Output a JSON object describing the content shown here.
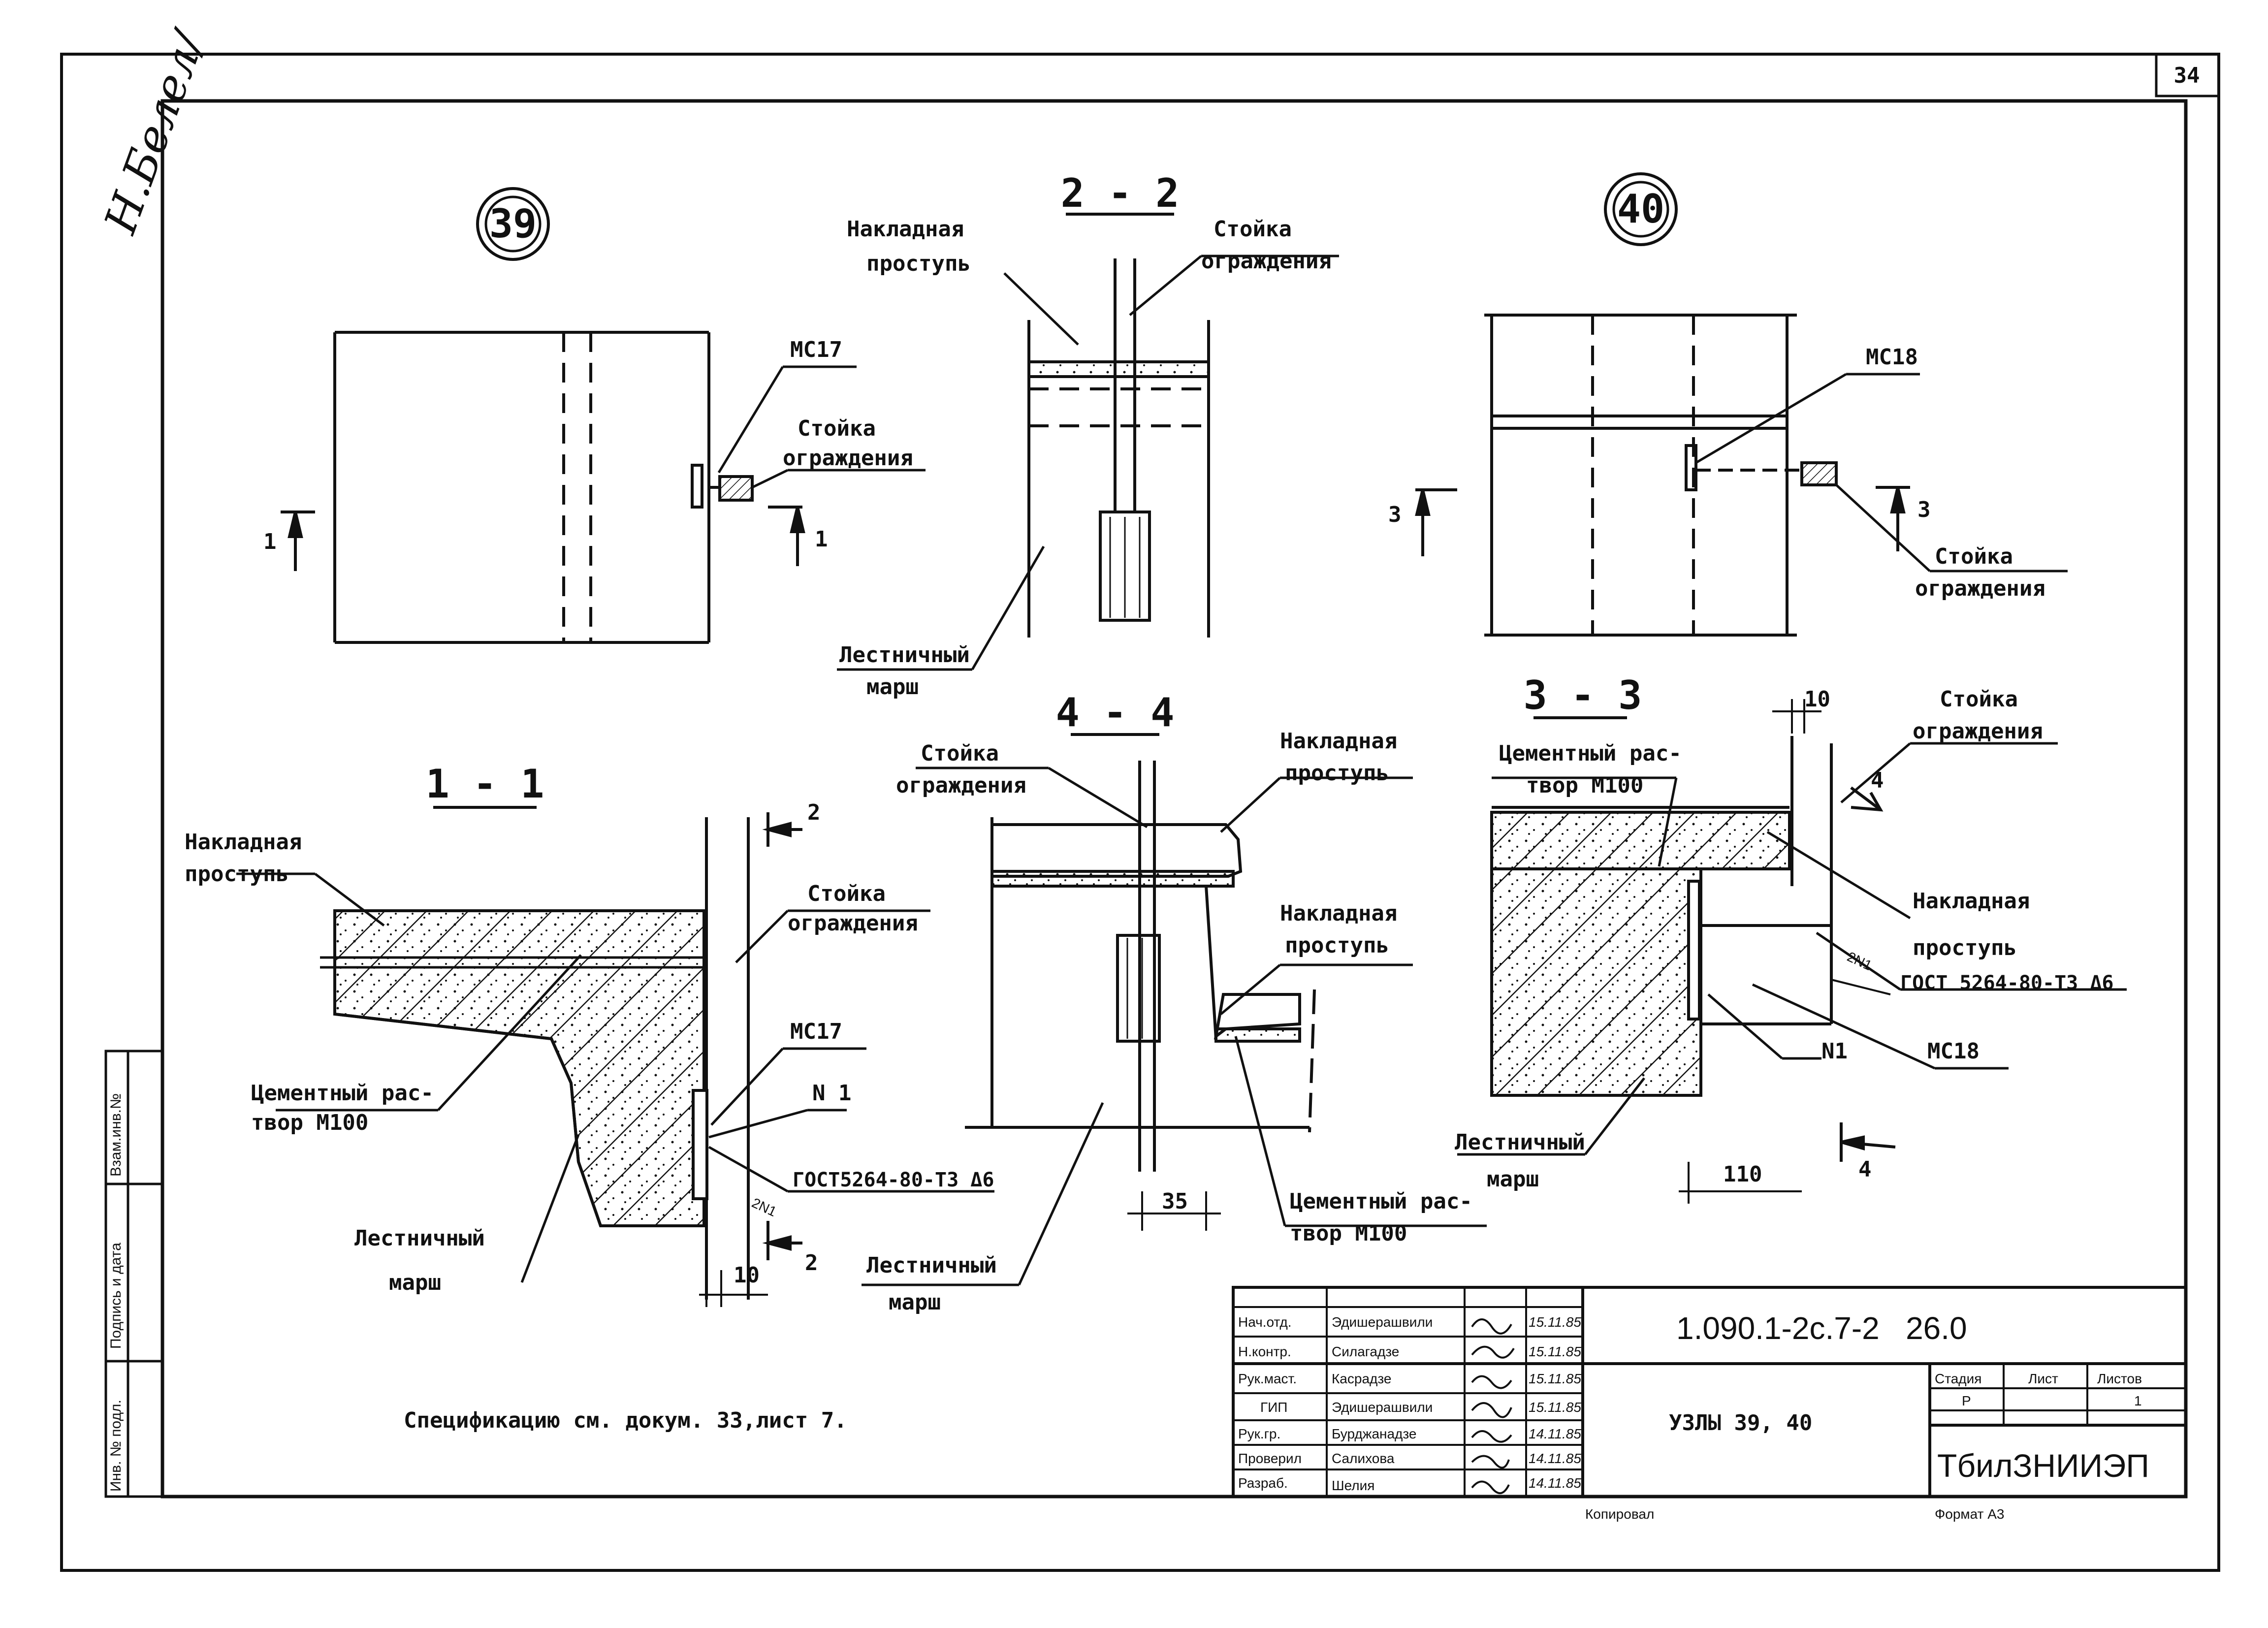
{
  "sheet": {
    "page_number": "34",
    "handwritten_mark": "Н.Белел/"
  },
  "views": {
    "node39": "39",
    "node40": "40",
    "sec11": "1 - 1",
    "sec22": "2 - 2",
    "sec33": "3 - 3",
    "sec44": "4 - 4",
    "cut1": "1",
    "cut2": "2",
    "cut3": "3",
    "cut4": "4"
  },
  "labels": {
    "mc17": "МС17",
    "mc18": "МС18",
    "stoika_1": "Стойка",
    "stoika_2": "ограждения",
    "nakl_1": "Накладная",
    "nakl_2": "проступь",
    "lest_1": "Лестничный",
    "lest_2": "марш",
    "cem_1": "Цементный рас-",
    "cem_2": "твор М100",
    "n1": "N 1",
    "n1b": "N1",
    "gost": "ГОСТ5264-80-Т3 Δ6",
    "gost2": "ГОСТ 5264-80-Т3 Δ6",
    "weld": "2N1"
  },
  "dimensions": {
    "d10a": "10",
    "d10b": "10",
    "d35": "35",
    "d110": "110"
  },
  "note": "Спецификацию см. докум. 33,лист 7.",
  "title_block": {
    "roles": [
      "Нач.отд.",
      "Н.контр.",
      "Рук.маст.",
      "ГИП",
      "Рук.гр.",
      "Проверил",
      "Разраб."
    ],
    "names": [
      "Эдишерашвили",
      "Силагадзе",
      "Касрадзе",
      "Эдишерашвили",
      "Бурджанадзе",
      "Салихова",
      "Шелия"
    ],
    "dates": [
      "15.11.85",
      "15.11.85",
      "15.11.85",
      "15.11.85",
      "14.11.85",
      "14.11.85",
      "14.11.85"
    ],
    "doc_code": "1.090.1-2с.7-2   26.0",
    "title": "УЗЛЫ 39, 40",
    "stage_label": "Стадия",
    "sheet_label": "Лист",
    "sheets_label": "Листов",
    "stage": "Р",
    "sheets": "1",
    "org": "ТбилЗНИИЭП",
    "copied": "Копировал",
    "format": "Формат А3"
  },
  "side_stamp": [
    "Инв. № подл.",
    "Подпись и дата",
    "Взам.инв.№"
  ]
}
